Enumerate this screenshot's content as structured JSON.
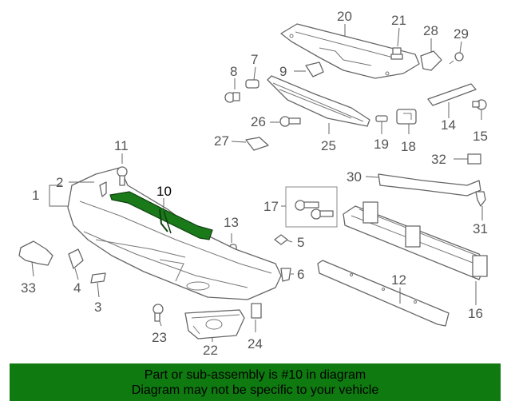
{
  "diagram": {
    "callouts": {
      "n1": "1",
      "n2": "2",
      "n3": "3",
      "n4": "4",
      "n5": "5",
      "n6": "6",
      "n7": "7",
      "n8": "8",
      "n9": "9",
      "n10": "10",
      "n11": "11",
      "n12": "12",
      "n13": "13",
      "n14": "14",
      "n15": "15",
      "n16": "16",
      "n17": "17",
      "n18": "18",
      "n19": "19",
      "n20": "20",
      "n21": "21",
      "n22": "22",
      "n23": "23",
      "n24": "24",
      "n25": "25",
      "n26": "26",
      "n27": "27",
      "n28": "28",
      "n29": "29",
      "n30": "30",
      "n31": "31",
      "n32": "32",
      "n33": "33"
    },
    "highlight_color": "#1a7a1a"
  },
  "banner": {
    "line1": "Part or sub-assembly is #10 in diagram",
    "line2": "Diagram may not be specific to your vehicle",
    "background": "#0f7a10"
  }
}
